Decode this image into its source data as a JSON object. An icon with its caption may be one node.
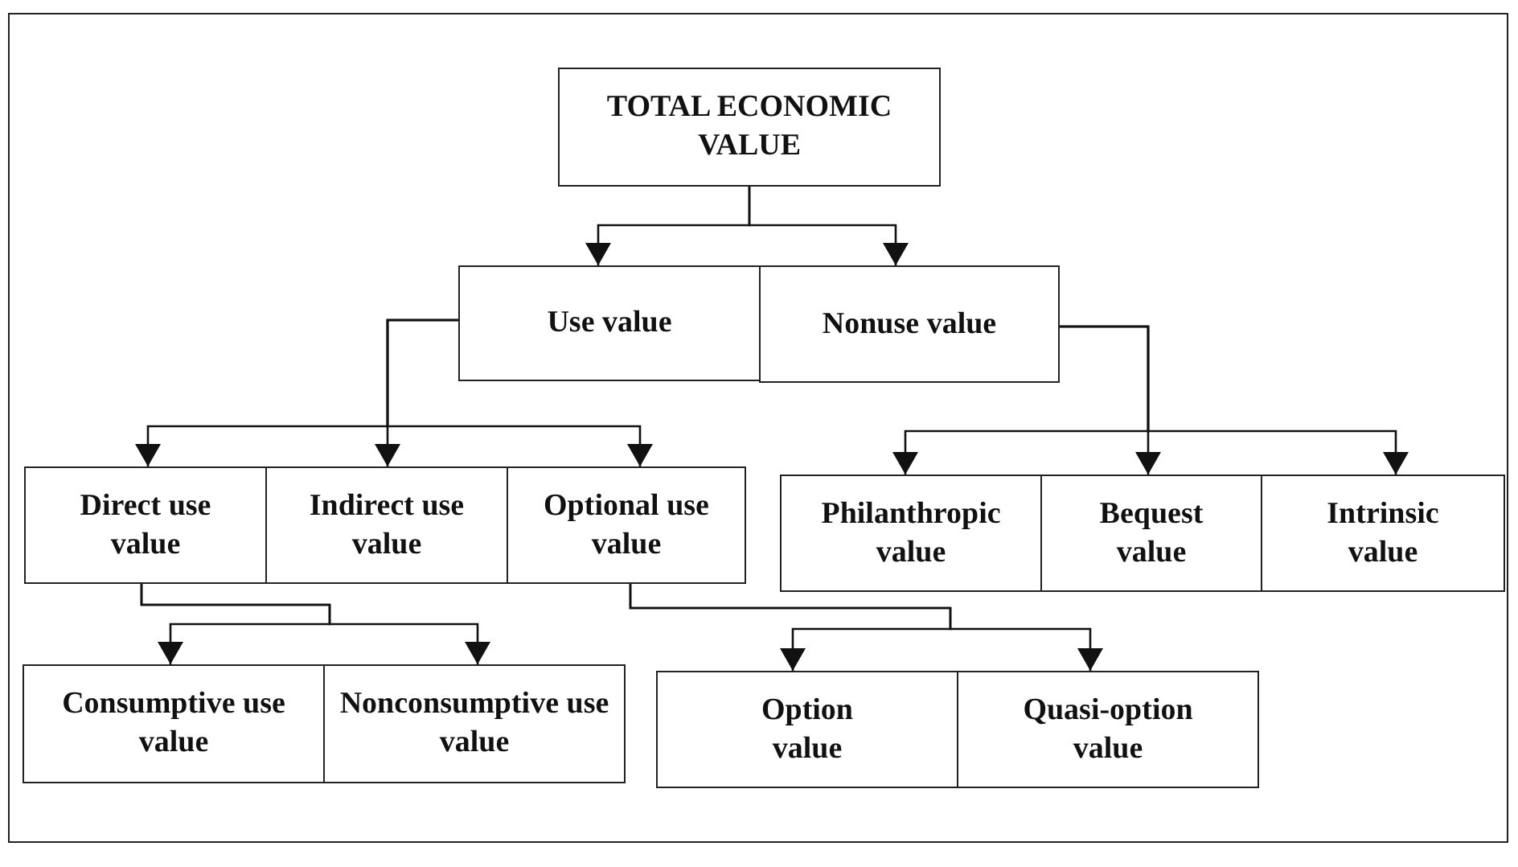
{
  "diagram": {
    "nodes": [
      {
        "text": [
          "TOTAL ECONOMIC VALUE"
        ]
      },
      {
        "text": [
          "Use value"
        ]
      },
      {
        "text": [
          "Nonuse value"
        ]
      },
      {
        "text": [
          "Direct use value"
        ]
      },
      {
        "text": [
          "Indirect use value"
        ]
      },
      {
        "text": [
          "Optional use value"
        ]
      },
      {
        "text": [
          "Philanthropic value"
        ]
      },
      {
        "text": [
          "Bequest value"
        ]
      },
      {
        "text": [
          "Intrinsic value"
        ]
      },
      {
        "text": [
          "Consumptive use value"
        ]
      },
      {
        "text": [
          "Nonconsumptive use value"
        ]
      },
      {
        "text": [
          "Option value"
        ]
      },
      {
        "text": [
          "Quasi-option value"
        ]
      }
    ],
    "edges": [
      {
        "from": 0,
        "to": 1,
        "arrow": "to"
      },
      {
        "from": 0,
        "to": 2,
        "arrow": "to"
      },
      {
        "from": 1,
        "to": 3,
        "arrow": "to"
      },
      {
        "from": 1,
        "to": 4,
        "arrow": "to"
      },
      {
        "from": 1,
        "to": 5,
        "arrow": "to"
      },
      {
        "from": 2,
        "to": 6,
        "arrow": "to"
      },
      {
        "from": 2,
        "to": 7,
        "arrow": "to"
      },
      {
        "from": 2,
        "to": 8,
        "arrow": "to"
      },
      {
        "from": 3,
        "to": 9,
        "arrow": "to"
      },
      {
        "from": 3,
        "to": 10,
        "arrow": "to"
      },
      {
        "from": 5,
        "to": 11,
        "arrow": "to"
      },
      {
        "from": 5,
        "to": 12,
        "arrow": "to"
      }
    ]
  }
}
